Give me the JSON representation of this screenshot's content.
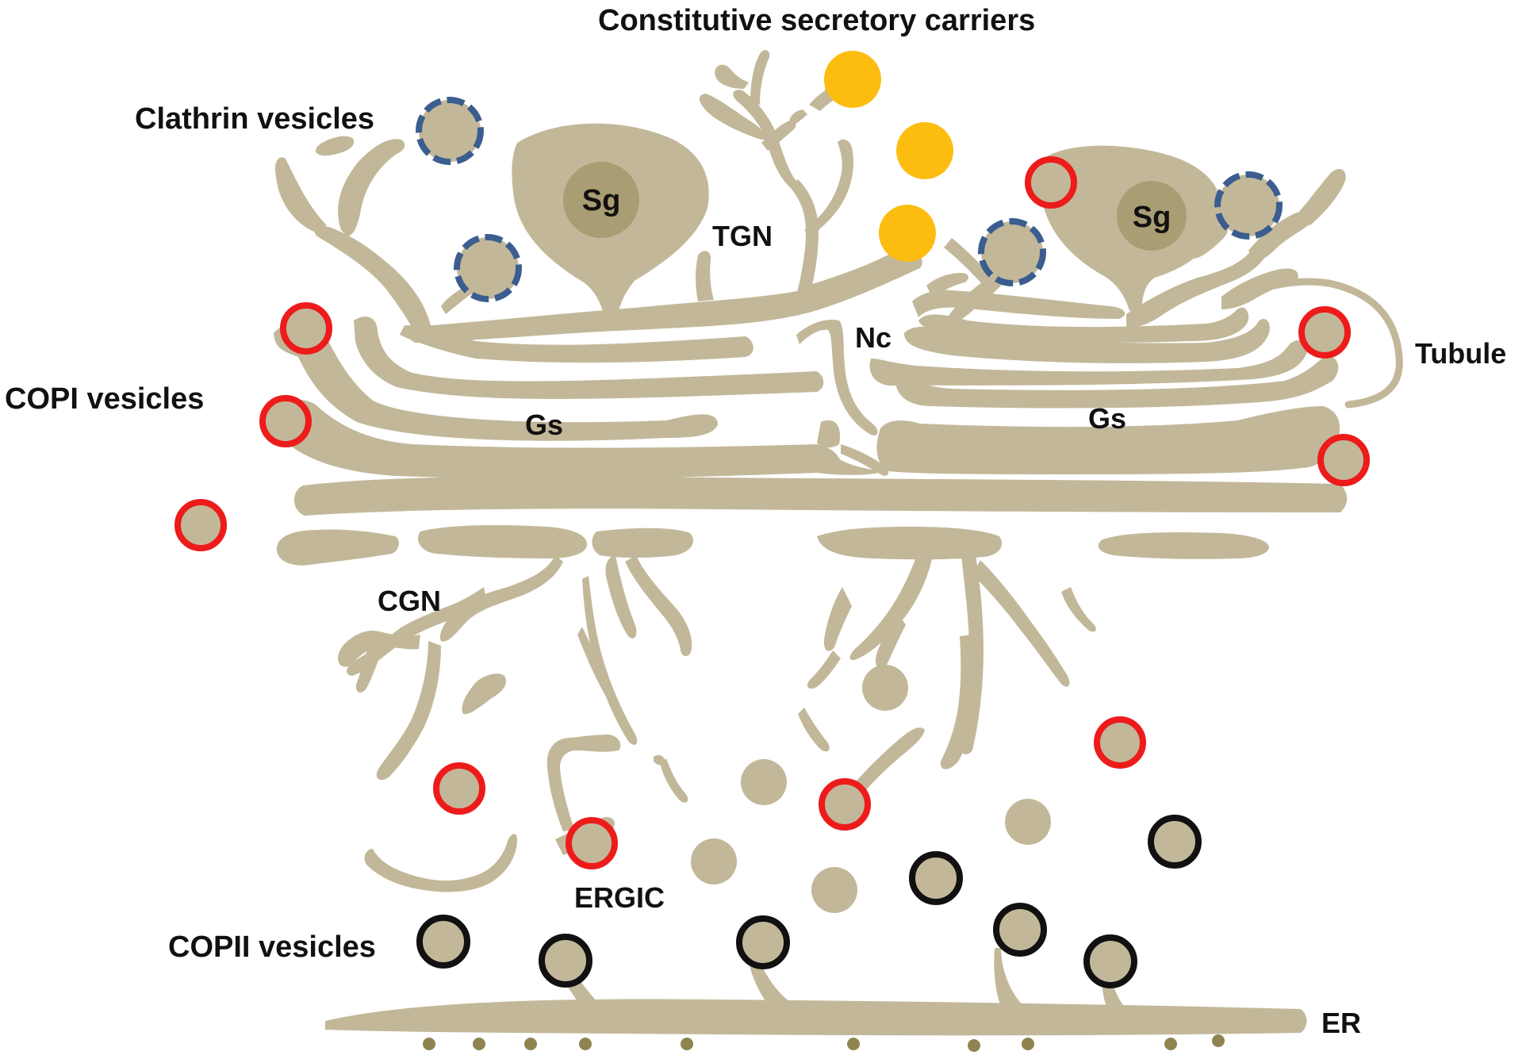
{
  "colors": {
    "membrane": "#c2b899",
    "granule": "#a99d74",
    "copi_coat": "#ee1b1b",
    "copii_coat": "#111111",
    "clathrin_coat": "#3b5d8f",
    "secretory_carrier": "#fdbd10",
    "ribosome": "#8f8450",
    "text": "#111111"
  },
  "labels": {
    "constitutive": "Constitutive secretory carriers",
    "clathrin": "Clathrin vesicles",
    "sg_left": "Sg",
    "sg_right": "Sg",
    "tgn": "TGN",
    "nc": "Nc",
    "tubule": "Tubule",
    "copi": "COPI vesicles",
    "gs_left": "Gs",
    "gs_right": "Gs",
    "cgn": "CGN",
    "ergic": "ERGIC",
    "copii": "COPII vesicles",
    "er": "ER"
  },
  "icons": {
    "copi": "copi-vesicle-icon",
    "copii": "copii-vesicle-icon",
    "clathrin": "clathrin-vesicle-icon",
    "carrier": "secretory-carrier-icon",
    "ribosome": "ribosome-icon"
  }
}
